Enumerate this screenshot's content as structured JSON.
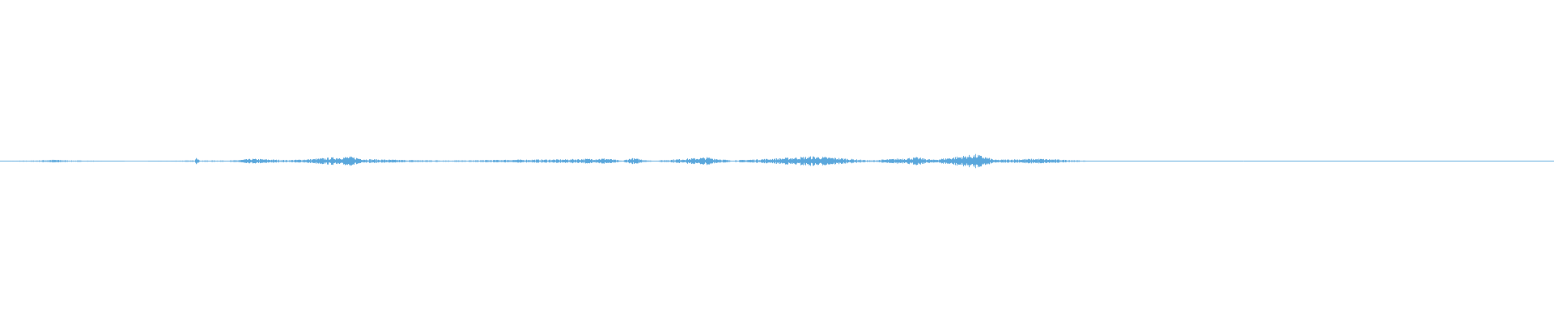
{
  "waveform": {
    "color": "#5aa7dc",
    "background": "#ffffff",
    "amplitude_profile": [
      {
        "t": 0.0,
        "a": 0.05
      },
      {
        "t": 0.02,
        "a": 0.08
      },
      {
        "t": 0.035,
        "a": 0.2
      },
      {
        "t": 0.045,
        "a": 0.1
      },
      {
        "t": 0.075,
        "a": 0.04
      },
      {
        "t": 0.08,
        "a": 0.0
      },
      {
        "t": 0.095,
        "a": 0.0
      },
      {
        "t": 0.1,
        "a": 0.05
      },
      {
        "t": 0.125,
        "a": 0.1
      },
      {
        "t": 0.126,
        "a": 1.0
      },
      {
        "t": 0.128,
        "a": 0.1
      },
      {
        "t": 0.15,
        "a": 0.1
      },
      {
        "t": 0.162,
        "a": 0.35
      },
      {
        "t": 0.185,
        "a": 0.15
      },
      {
        "t": 0.2,
        "a": 0.3
      },
      {
        "t": 0.215,
        "a": 0.55
      },
      {
        "t": 0.225,
        "a": 0.65
      },
      {
        "t": 0.235,
        "a": 0.3
      },
      {
        "t": 0.262,
        "a": 0.15
      },
      {
        "t": 0.3,
        "a": 0.1
      },
      {
        "t": 0.325,
        "a": 0.2
      },
      {
        "t": 0.36,
        "a": 0.25
      },
      {
        "t": 0.39,
        "a": 0.4
      },
      {
        "t": 0.4,
        "a": 0.05
      },
      {
        "t": 0.406,
        "a": 0.45
      },
      {
        "t": 0.42,
        "a": 0.05
      },
      {
        "t": 0.455,
        "a": 0.55
      },
      {
        "t": 0.47,
        "a": 0.1
      },
      {
        "t": 0.5,
        "a": 0.4
      },
      {
        "t": 0.523,
        "a": 0.7
      },
      {
        "t": 0.54,
        "a": 0.45
      },
      {
        "t": 0.56,
        "a": 0.1
      },
      {
        "t": 0.59,
        "a": 0.55
      },
      {
        "t": 0.6,
        "a": 0.2
      },
      {
        "t": 0.628,
        "a": 1.0
      },
      {
        "t": 0.64,
        "a": 0.2
      },
      {
        "t": 0.668,
        "a": 0.35
      },
      {
        "t": 0.7,
        "a": 0.05
      },
      {
        "t": 0.73,
        "a": 0.04
      },
      {
        "t": 0.76,
        "a": 0.02
      },
      {
        "t": 0.8,
        "a": 0.0
      },
      {
        "t": 0.815,
        "a": 0.03
      },
      {
        "t": 0.85,
        "a": 0.04
      },
      {
        "t": 0.9,
        "a": 0.04
      },
      {
        "t": 1.0,
        "a": 0.02
      }
    ]
  }
}
